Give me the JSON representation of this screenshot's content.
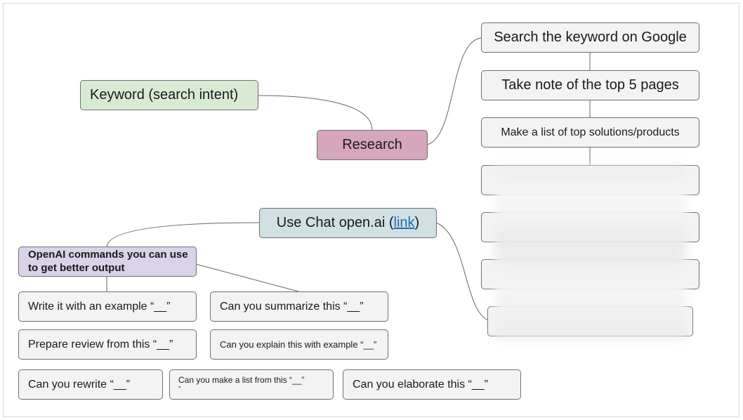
{
  "nodes": {
    "keyword": "Keyword (search intent)",
    "research": "Research",
    "search_google": "Search the keyword on Google",
    "top_pages": "Take note of the top 5 pages",
    "top_solutions": "Make a list of top solutions/products",
    "chat_prefix": "Use Chat open.ai (",
    "chat_link": "link",
    "chat_suffix": ")",
    "commands_title": "OpenAI commands you can use to get better output",
    "cmd_example": "Write it with an example “__”",
    "cmd_summarize": "Can you summarize this  “__”",
    "cmd_review": "Prepare review from this “__”",
    "cmd_explain": "Can you explain this with example “__”",
    "cmd_rewrite": "Can you rewrite “__”",
    "cmd_list_line1": "Can you make a list from this “__”",
    "cmd_list_line2": "”",
    "cmd_elaborate": "Can you elaborate this “__”"
  },
  "colors": {
    "green": "#d9ead3",
    "pink": "#d5a6bd",
    "blue": "#d0e0e3",
    "purple": "#d9d2e9",
    "gray": "#f3f3f3",
    "link": "#1f6fb5"
  }
}
